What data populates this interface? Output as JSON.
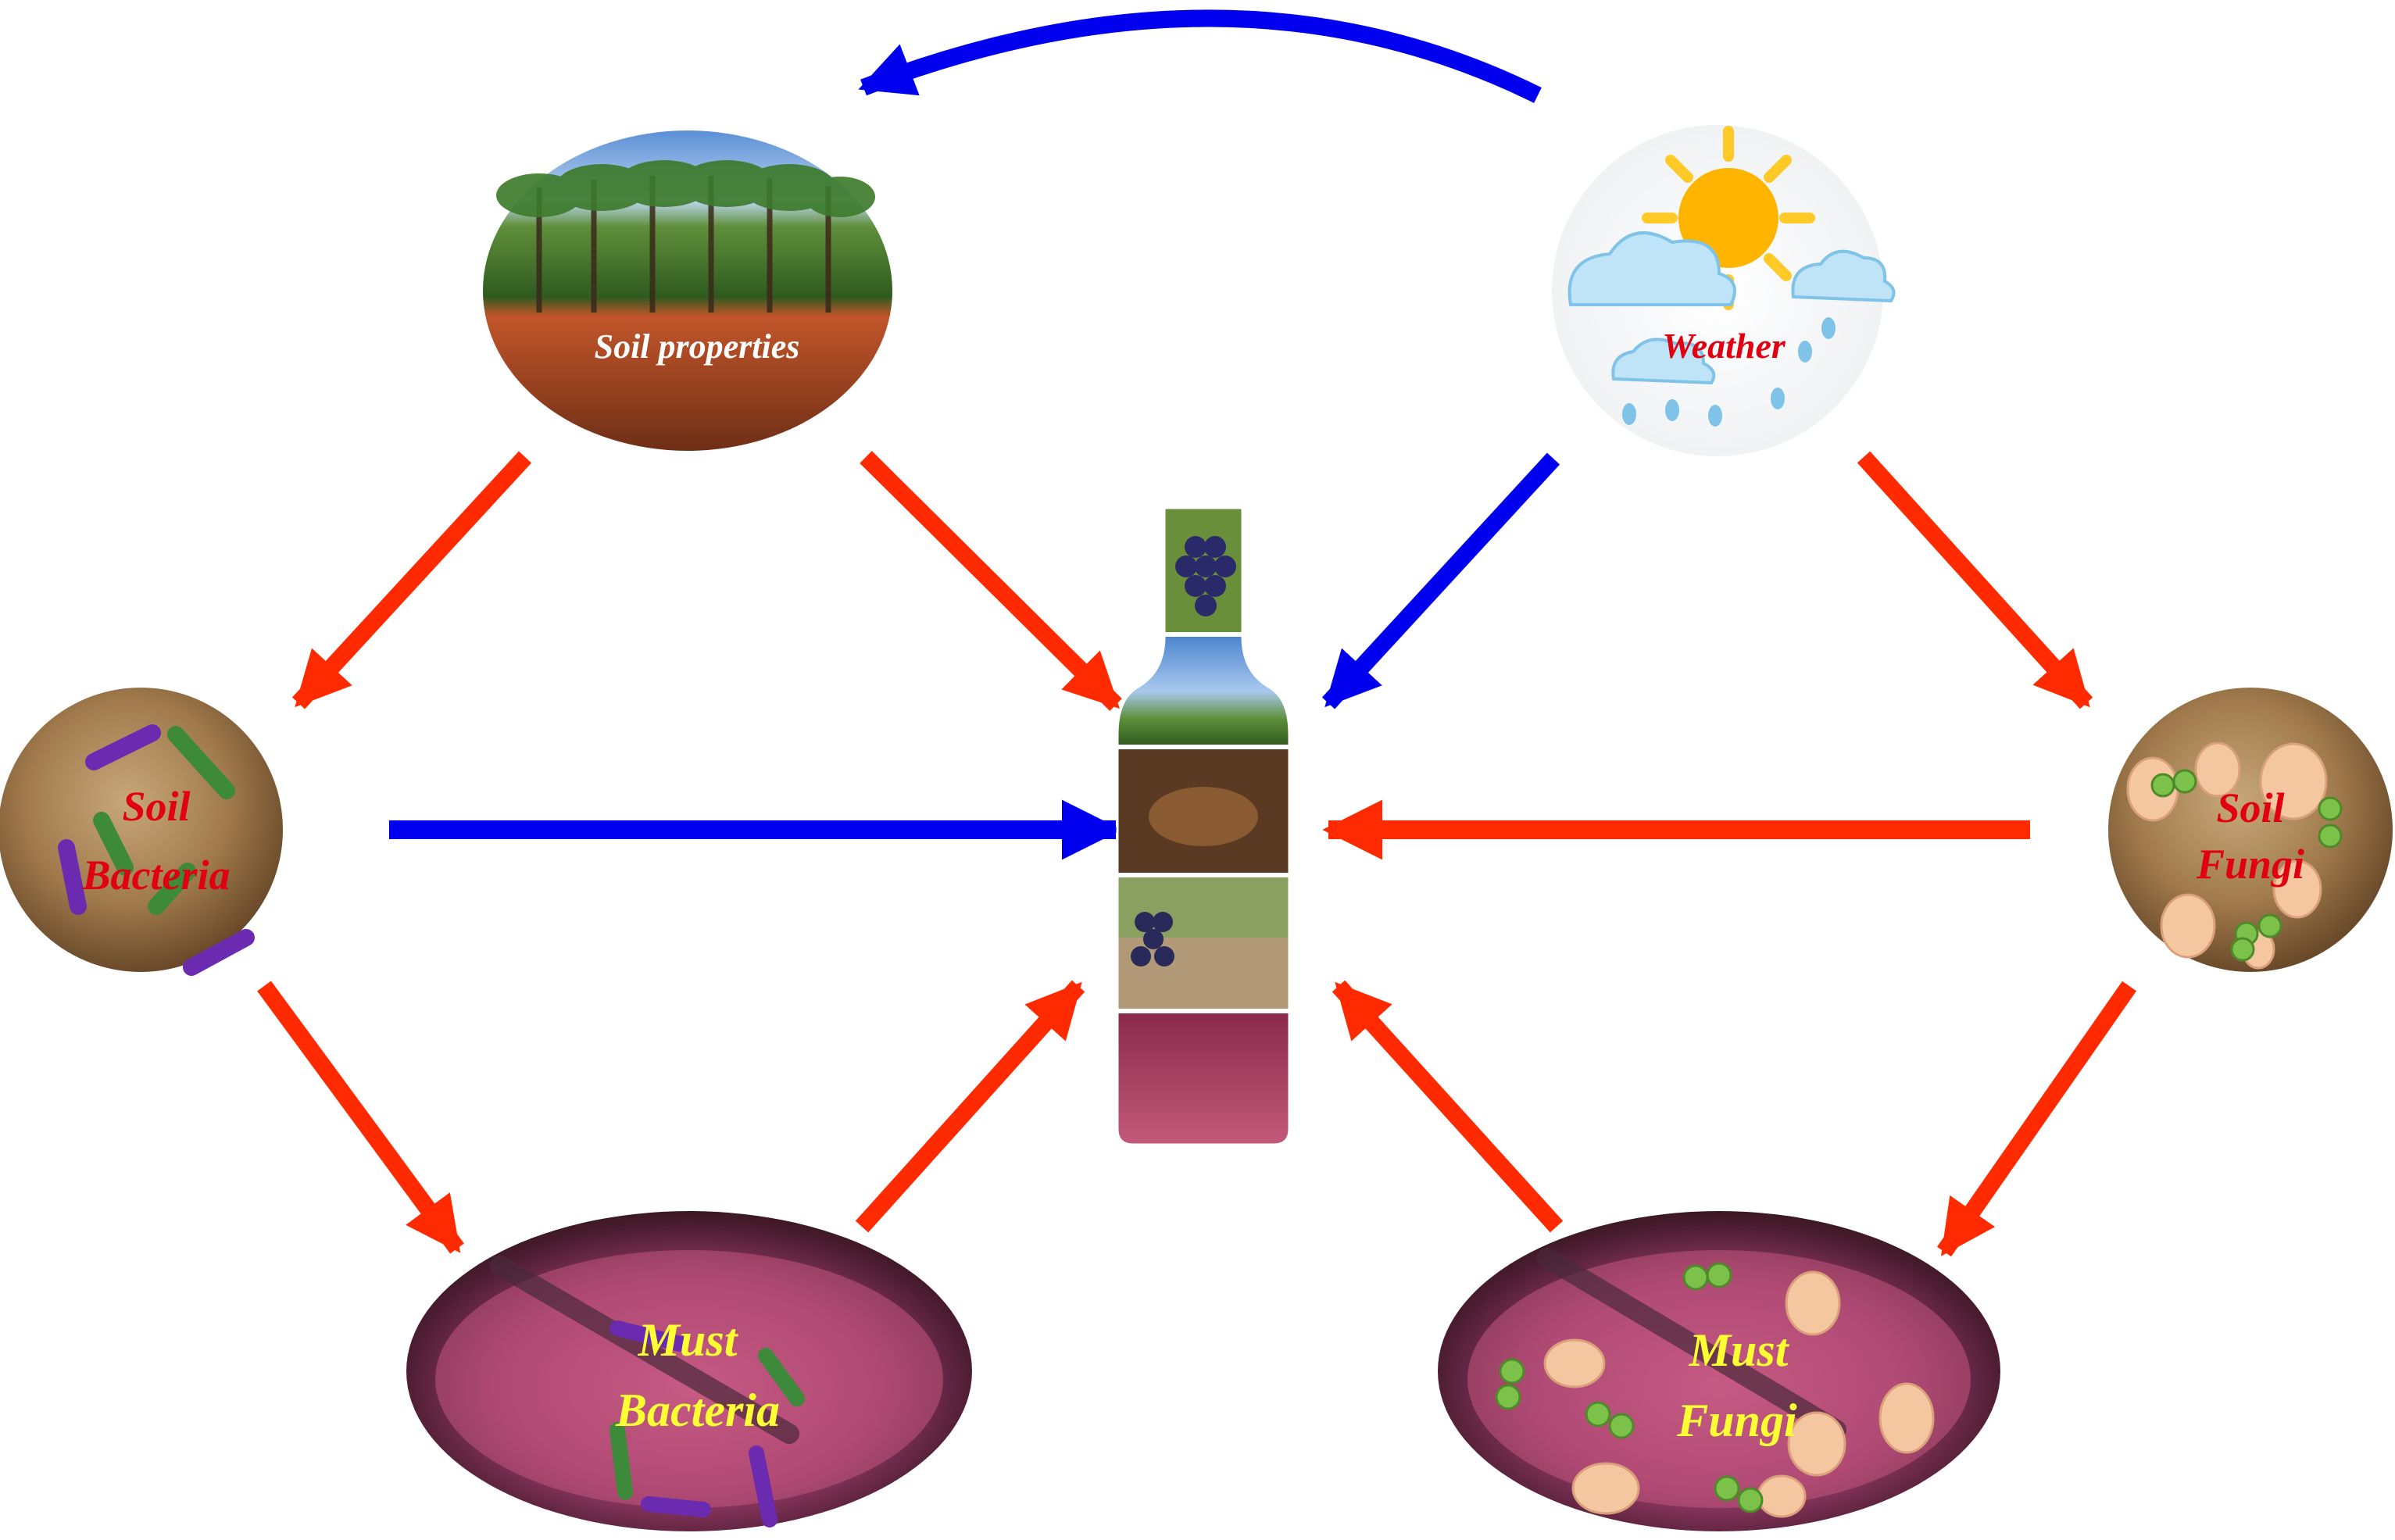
{
  "nodes": {
    "soil_properties": {
      "label": "Soil properties"
    },
    "weather": {
      "label": "Weather"
    },
    "soil_bacteria": {
      "line1": "Soil",
      "line2": "Bacteria"
    },
    "soil_fungi": {
      "line1": "Soil",
      "line2": "Fungi"
    },
    "must_bacteria": {
      "line1": "Must",
      "line2": "Bacteria"
    },
    "must_fungi": {
      "line1": "Must",
      "line2": "Fungi"
    },
    "wine_bottle": {
      "label": ""
    }
  },
  "colors": {
    "arrow_positive": "#ff2a00",
    "arrow_negative": "#0000ee",
    "label_white": "#ffffff",
    "label_red": "#e00010",
    "label_yellow": "#ffff33"
  },
  "edges": [
    {
      "from": "weather",
      "to": "soil_properties",
      "type": "negative"
    },
    {
      "from": "soil_properties",
      "to": "soil_bacteria",
      "type": "positive"
    },
    {
      "from": "soil_properties",
      "to": "wine_bottle",
      "type": "positive"
    },
    {
      "from": "weather",
      "to": "wine_bottle",
      "type": "negative"
    },
    {
      "from": "weather",
      "to": "soil_fungi",
      "type": "positive"
    },
    {
      "from": "soil_bacteria",
      "to": "wine_bottle",
      "type": "negative"
    },
    {
      "from": "soil_fungi",
      "to": "wine_bottle",
      "type": "positive"
    },
    {
      "from": "soil_bacteria",
      "to": "must_bacteria",
      "type": "positive"
    },
    {
      "from": "must_bacteria",
      "to": "wine_bottle",
      "type": "positive"
    },
    {
      "from": "must_fungi",
      "to": "wine_bottle",
      "type": "positive"
    },
    {
      "from": "soil_fungi",
      "to": "must_fungi",
      "type": "positive"
    }
  ]
}
